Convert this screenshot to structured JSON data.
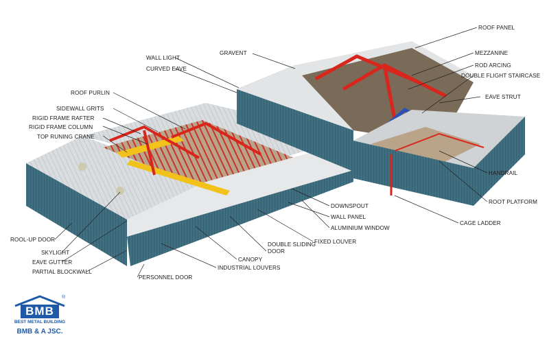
{
  "labels": {
    "roof_panel": "ROOF PANEL",
    "gravent": "GRAVENT",
    "wall_light": "WALL LIGHT",
    "curved_eave": "CURVED EAVE",
    "mezzanine": "MEZZANINE",
    "rod_arcing": "ROD ARCING",
    "double_flight_staircase": "DOUBLE FLIGHT STAIRCASE",
    "eave_strut": "EAVE STRUT",
    "roof_purlin": "ROOF PURLIN",
    "sidewall_grits": "SIDEWALL GRITS",
    "rigid_frame_rafter": "RIGID FRAME RAFTER",
    "rigid_frame_column": "RIGID FRAME COLUMN",
    "top_running_crane": "TOP RUNING CRANE",
    "handrail": "HANDRAIL",
    "root_platform": "ROOT PLATFORM",
    "downspout": "DOWNSPOUT",
    "wall_panel": "WALL PANEL",
    "aluminium_window": "ALUMINIUM WINDOW",
    "cage_ladder": "CAGE LADDER",
    "fixed_louver": "FIXED LOUVER",
    "double_sliding_door_1": "DOUBLE SLIDING",
    "double_sliding_door_2": "DOOR",
    "canopy": "CANOPY",
    "industrial_louvers": "INDUSTRIAL LOUVERS",
    "roll_up_door": "ROOL-UP DOOR",
    "skylight": "SKYLIGHT",
    "eave_gutter": "EAVE GUTTER",
    "partial_blockwall": "PARTIAL BLOCKWALL",
    "personnel_door": "PERSONNEL DOOR"
  },
  "logo": {
    "mark": "BMB",
    "registered": "®",
    "tagline": "BEST METAL BUILDING",
    "company": "BMB & A JSC."
  },
  "colors": {
    "wall_panel": "#3f6f82",
    "roof_panel": "#d9dde0",
    "frame": "#d9261c",
    "crane": "#f2c21b",
    "floor": "#b9a48a",
    "stair": "#2b50b5",
    "brand": "#1f5aa8"
  }
}
